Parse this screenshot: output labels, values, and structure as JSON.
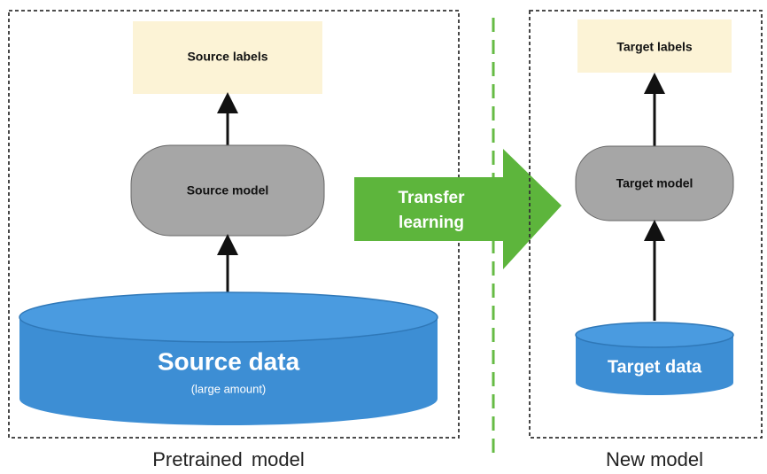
{
  "left_panel": {
    "caption": "Pretrained model",
    "labels_box": "Source labels",
    "model_box": "Source model",
    "data_title": "Source data",
    "data_subtitle": "(large amount)"
  },
  "transfer_arrow": {
    "line1": "Transfer",
    "line2": "learning"
  },
  "right_panel": {
    "caption": "New model",
    "labels_box": "Target labels",
    "model_box": "Target model",
    "data_title": "Target data"
  },
  "colors": {
    "labels_fill": "#FCF3D6",
    "model_fill": "#A6A6A6",
    "data_fill": "#3D8ED4",
    "transfer_green": "#5DB53C",
    "divider_green": "#66BB44",
    "panel_border": "#333333"
  }
}
